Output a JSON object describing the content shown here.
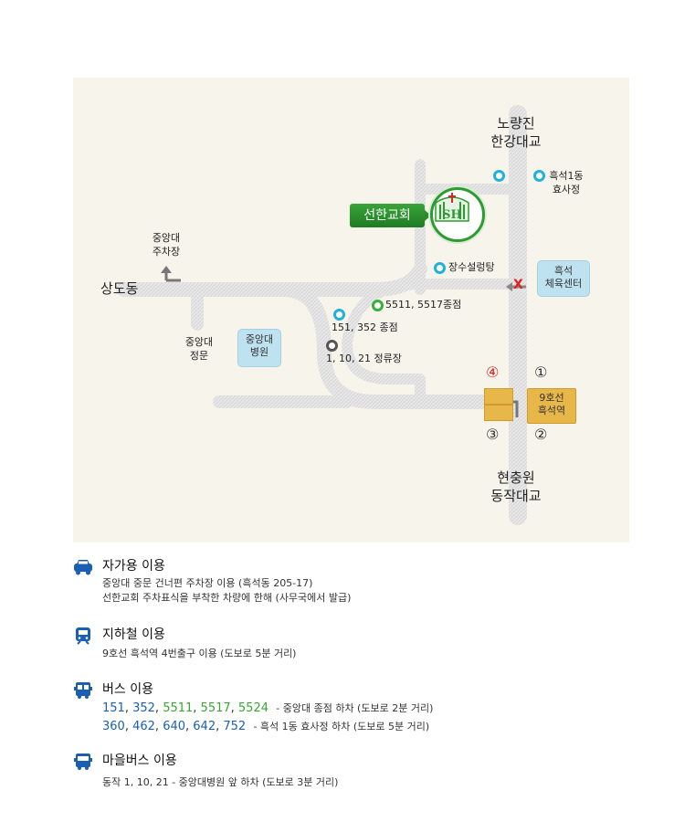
{
  "colors": {
    "road": "#d9d9d9",
    "map_bg": "#f7f4ec",
    "church_green": "#2a8e2e",
    "stop_cyan": "#1fb2dc",
    "stop_green": "#34b23a",
    "station_gold": "#e8b74a",
    "exit_red": "#e02020",
    "bus_blue": "#1a5fb4",
    "bus_green": "#3aa533"
  },
  "map": {
    "north": "노량진\n한강대교",
    "south": "현충원\n동작대교",
    "west": "상도동",
    "parking": "중앙대\n주차장",
    "main_gate": "중앙대\n정문",
    "hospital": "중앙대\n병원",
    "church": "선한교회",
    "church_logo": "SH",
    "sports_center": "흑석\n체육센터",
    "station": "9호선\n흑석역",
    "stop_heukseok": "흑석1동\n효사정",
    "stop_jangsu": "장수설렁탕",
    "stop_5511": "5511, 5517종점",
    "stop_151": "151, 352 종점",
    "stop_maeul": "1, 10, 21 정류장",
    "exits": [
      "①",
      "②",
      "③",
      "④"
    ],
    "blocked_mark": "X"
  },
  "legend": {
    "car": {
      "icon": "car-icon",
      "title": "자가용 이용",
      "lines": [
        "중앙대 중문 건너편 주차장 이용 (흑석동 205-17)",
        "선한교회 주차표식을 부착한 차량에 한해 (사무국에서 발급)"
      ]
    },
    "subway": {
      "icon": "subway-icon",
      "title": "지하철 이용",
      "lines": [
        "9호선 흑석역 4번출구 이용 (도보로 5분 거리)"
      ]
    },
    "bus": {
      "icon": "bus-icon",
      "title": "버스 이용",
      "row1": {
        "routes": [
          {
            "no": "151",
            "color": "blue"
          },
          {
            "no": "352",
            "color": "blue"
          },
          {
            "no": "5511",
            "color": "green"
          },
          {
            "no": "5517",
            "color": "green"
          },
          {
            "no": "5524",
            "color": "green"
          }
        ],
        "note": "- 중앙대 종점 하차 (도보로 2분 거리)"
      },
      "row2": {
        "routes": [
          {
            "no": "360",
            "color": "blue"
          },
          {
            "no": "462",
            "color": "blue"
          },
          {
            "no": "640",
            "color": "blue"
          },
          {
            "no": "642",
            "color": "blue"
          },
          {
            "no": "752",
            "color": "blue"
          }
        ],
        "note": "- 흑석 1동 효사정 하차 (도보로 5분 거리)"
      }
    },
    "maeul": {
      "icon": "village-bus-icon",
      "title": "마을버스 이용",
      "lines": [
        "동작 1, 10, 21 - 중앙대병원 앞 하차 (도보로 3분 거리)"
      ]
    }
  }
}
